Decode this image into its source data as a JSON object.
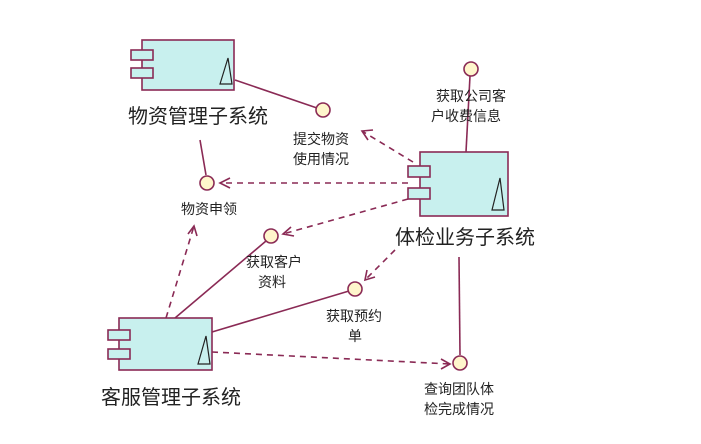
{
  "components": {
    "wuzi": "物资管理子系统",
    "tijian": "体检业务子系统",
    "kefu": "客服管理子系统"
  },
  "interfaces": {
    "tijiao": [
      "提交物资",
      "使用情况"
    ],
    "shenling": [
      "物资申领"
    ],
    "gongsi": [
      "获取公司客",
      "户收费信息"
    ],
    "kehu": [
      "获取客户",
      "资料"
    ],
    "yuyue": [
      "获取预约",
      "单"
    ],
    "tuandui": [
      "查询团队体",
      "检完成情况"
    ]
  },
  "colors": {
    "line": "#8a2a55",
    "component_fill": "#c8f0ee",
    "interface_fill": "#fff6cc"
  }
}
